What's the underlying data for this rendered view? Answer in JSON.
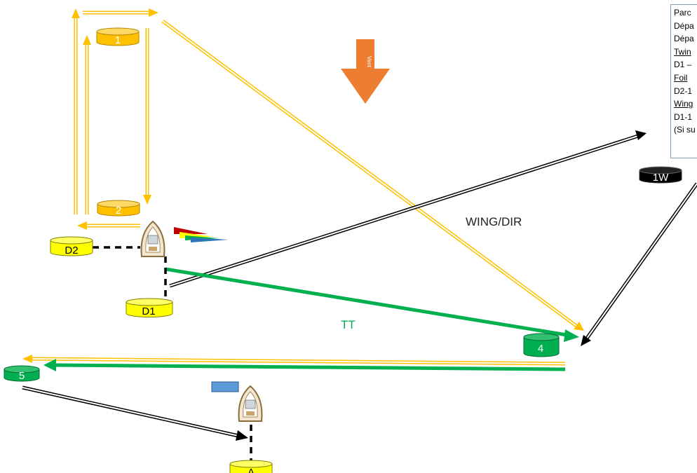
{
  "colors": {
    "orange_line": "#ffc000",
    "green_line": "#00b050",
    "black_line": "#000000",
    "buoy_orange": "#ffc000",
    "buoy_yellow": "#ffff00",
    "buoy_green": "#00b050",
    "buoy_black": "#000000",
    "wind_arrow": "#ed7d31",
    "committee_flag": "#5b9bd5"
  },
  "marks": {
    "m1": "1",
    "m2": "2",
    "d2": "D2",
    "d1": "D1",
    "m4": "4",
    "m5": "5",
    "w1": "1W",
    "a": "A"
  },
  "wind_label": "Vent",
  "course_labels": {
    "wing_dir": "WING/DIR",
    "tt": "TT"
  },
  "legend_lines": [
    {
      "text": "Parc",
      "underline": false
    },
    {
      "text": "Dépa",
      "underline": false
    },
    {
      "text": "Dépa",
      "underline": false
    },
    {
      "text": "Twin",
      "underline": true
    },
    {
      "text": "D1 –",
      "underline": false
    },
    {
      "text": "Foil",
      "underline": true
    },
    {
      "text": "D2-1",
      "underline": false
    },
    {
      "text": "Wing",
      "underline": true
    },
    {
      "text": "D1-1",
      "underline": false
    },
    {
      "text": "(Si su",
      "underline": false
    }
  ],
  "icons": {
    "boat_top": "committee-boat-icon",
    "boat_bottom": "committee-boat-icon",
    "flags": "signal-flags-icon"
  }
}
